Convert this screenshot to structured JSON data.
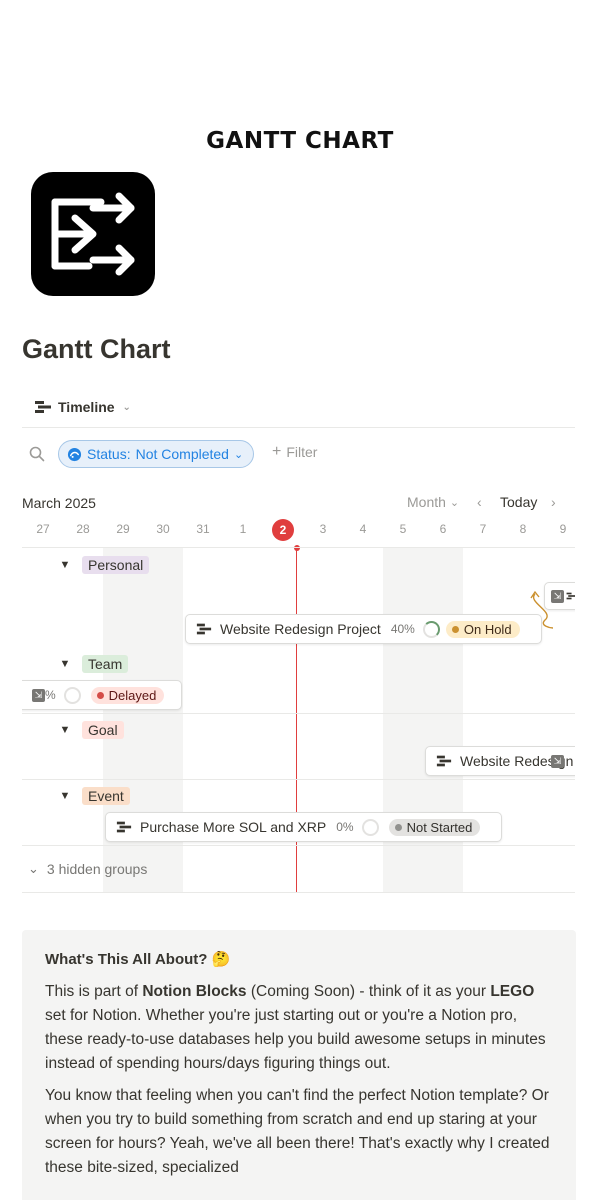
{
  "banner": {
    "title": "GANTT CHART"
  },
  "page": {
    "icon": "gantt-app-icon",
    "title": "Gantt Chart"
  },
  "view": {
    "tab_label": "Timeline",
    "tab_icon": "timeline-icon"
  },
  "filters": {
    "search_icon": "search-icon",
    "status_filter": {
      "key": "Status:",
      "value": "Not Completed"
    },
    "add_filter_label": "Filter"
  },
  "timeline": {
    "month_label": "March 2025",
    "scale_label": "Month",
    "today_label": "Today",
    "days": [
      "27",
      "28",
      "29",
      "30",
      "31",
      "1",
      "2",
      "3",
      "4",
      "5",
      "6",
      "7",
      "8",
      "9"
    ],
    "today": "2"
  },
  "groups": [
    {
      "name": "Personal",
      "color": "#e8deee",
      "text": "#6940a5"
    },
    {
      "name": "Team",
      "color": "#dbeddb",
      "text": "#2b593f"
    },
    {
      "name": "Goal",
      "color": "#ffe2dd",
      "text": "#5d1715"
    },
    {
      "name": "Event",
      "color": "#fadec9",
      "text": "#49290e"
    }
  ],
  "tasks": {
    "personal": {
      "name": "Website Redesign Project",
      "progress": "40%",
      "status": "On Hold"
    },
    "team": {
      "progress_fragment": "%",
      "status": "Delayed"
    },
    "goal": {
      "name": "Website Redesign"
    },
    "event": {
      "name": "Purchase More SOL and XRP",
      "progress": "0%",
      "status": "Not Started"
    }
  },
  "hidden_groups_label": "3 hidden groups",
  "callout": {
    "heading": "What's This All About? 🤔",
    "p1": {
      "a": "This is part of ",
      "b": "Notion Blocks",
      "c": " (Coming Soon) - think of it as your ",
      "d": "LEGO",
      "e": " set for Notion. Whether you're just starting out or you're a Notion pro, these ready-to-use databases help you build awesome setups in minutes instead of spending hours/days figuring things out."
    },
    "p2": "You know that feeling when you can't find the perfect Notion template? Or when you try to build something from scratch and end up staring at your screen for hours? Yeah, we've all been there! That's exactly why I created these bite-sized, specialized"
  },
  "colors": {
    "accent_blue": "#2383e2",
    "today_red": "#e03e3e",
    "on_hold_bg": "#fdecc8",
    "on_hold_dot": "#cb912f",
    "delayed_bg": "#ffe2dd",
    "delayed_dot": "#d44c47",
    "not_started_bg": "#e3e2e0",
    "not_started_dot": "#91918e"
  }
}
